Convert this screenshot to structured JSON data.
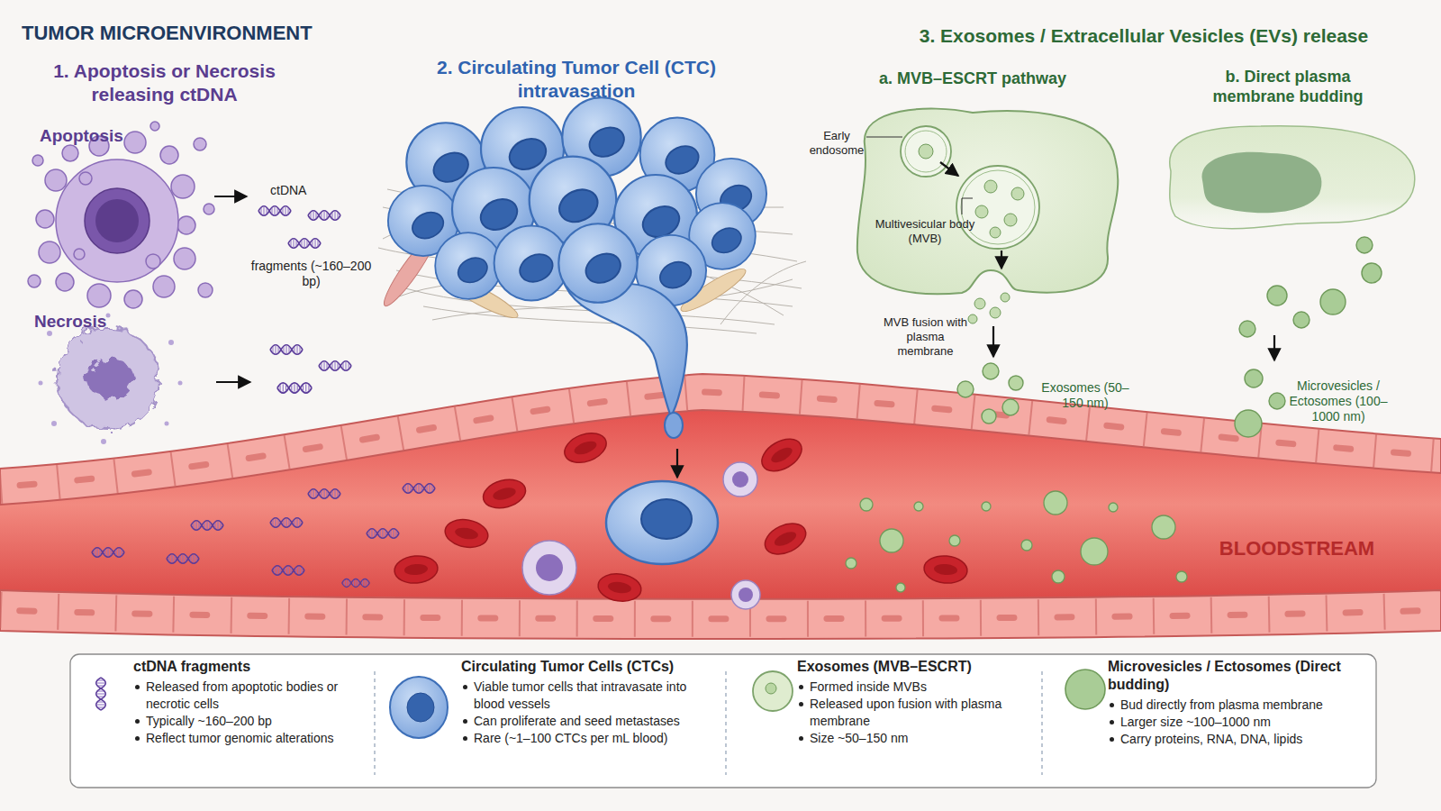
{
  "diagram": {
    "title": "TUMOR MICROENVIRONMENT",
    "nodes": [
      {
        "text": [
          "BLOODSTREAM"
        ]
      },
      {
        "text": [
          "ctDNA fragments",
          "Released from apoptotic bodies or necrotic cells",
          "Typically ~160–200 bp",
          "Reflect tumor genomic alterations"
        ]
      },
      {
        "text": [
          "Circulating Tumor Cells (CTCs)",
          "Viable tumor cells that intravasate into blood vessels",
          "Can proliferate and seed metastases",
          "Rare (~1–100 CTCs per mL blood)"
        ]
      },
      {
        "text": [
          "Exosomes (MVB–ESCRT)",
          "Formed inside MVBs",
          "Released upon fusion with plasma membrane",
          "Size ~50–150 nm"
        ]
      },
      {
        "text": [
          "Microvesicles / Ectosomes (Direct budding)",
          "Bud directly from plasma membrane",
          "Larger size ~100–1000 nm",
          "Carry proteins, RNA, DNA, lipids"
        ]
      }
    ],
    "labels": [
      "1. Apoptosis or Necrosis releasing ctDNA",
      "Apoptosis",
      "ctDNA",
      "fragments (~160–200 bp)",
      "Necrosis",
      "2. Circulating Tumor Cell (CTC) intravasation",
      "3. Exosomes / Extracellular Vesicles (EVs) release",
      "a. MVB–ESCRT pathway",
      "b. Direct plasma membrane budding",
      "Early endosome",
      "Multivesicular body (MVB)",
      "MVB fusion with plasma membrane",
      "Exosomes (50–150 nm)",
      "Microvesicles / Ectosomes (100–1000 nm)"
    ]
  }
}
